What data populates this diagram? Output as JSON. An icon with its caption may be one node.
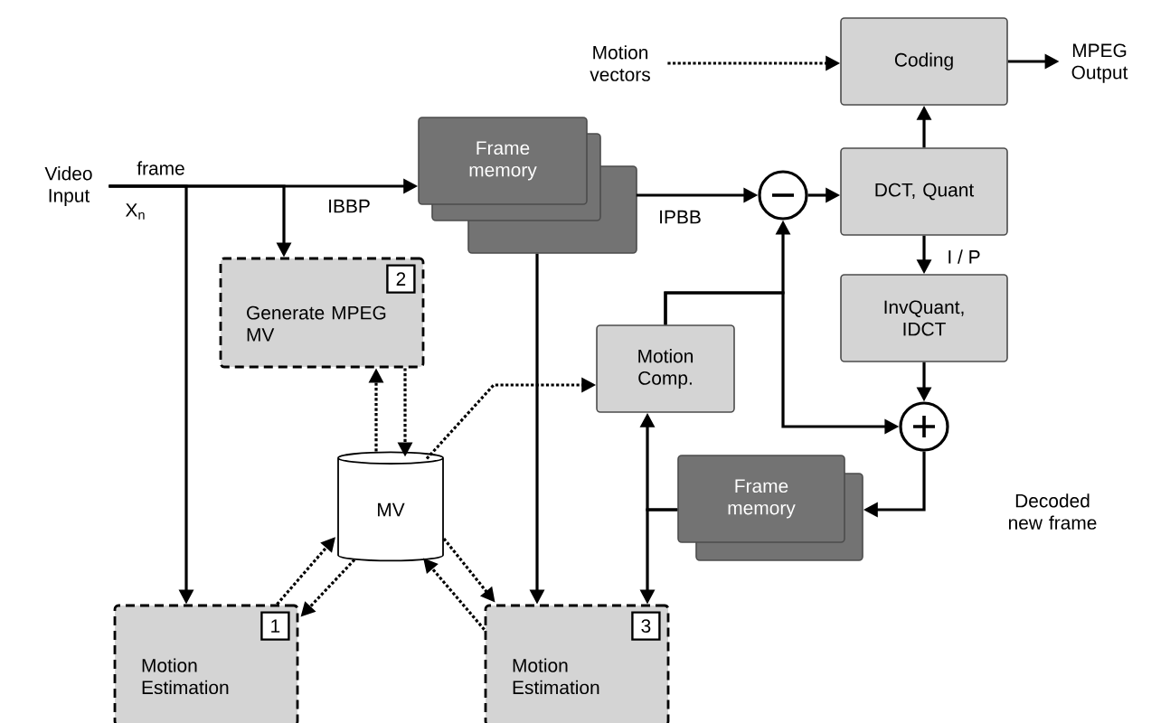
{
  "diagram": {
    "nodes": [
      {
        "text": [
          "Video Input"
        ]
      },
      {
        "text": [
          "Frame memory"
        ]
      },
      {
        "text": [
          "Generate MPEG MV",
          "2"
        ]
      },
      {
        "text": [
          "Motion vectors"
        ]
      },
      {
        "text": [
          "Coding"
        ]
      },
      {
        "text": [
          "MPEG Output"
        ]
      },
      {
        "text": [],
        "shape": "circle"
      },
      {
        "text": [
          "DCT, Quant"
        ]
      },
      {
        "text": [
          "InvQuant, IDCT"
        ]
      },
      {
        "text": [
          "Motion Comp."
        ]
      },
      {
        "text": [],
        "shape": "circle"
      },
      {
        "text": [
          "MV"
        ]
      },
      {
        "text": [
          "Frame memory"
        ]
      },
      {
        "text": [
          "Decoded new frame"
        ]
      },
      {
        "text": [
          "Motion Estimation",
          "1"
        ]
      },
      {
        "text": [
          "Motion Estimation",
          "3"
        ]
      }
    ],
    "edges": [
      {
        "from": 0,
        "to": 1,
        "arrow": "to",
        "label": "IBBP"
      },
      {
        "from": 0,
        "to": 14,
        "arrow": "to"
      },
      {
        "from": 0,
        "to": 2,
        "arrow": "to"
      },
      {
        "from": 1,
        "to": 15,
        "arrow": "to"
      },
      {
        "from": 1,
        "to": 6,
        "arrow": "to",
        "label": "IPBB"
      },
      {
        "from": 6,
        "to": 7,
        "arrow": "to"
      },
      {
        "from": 7,
        "to": 4,
        "arrow": "to"
      },
      {
        "from": 7,
        "to": 8,
        "arrow": "to",
        "label": "I / P"
      },
      {
        "from": 8,
        "to": 10,
        "arrow": "to"
      },
      {
        "from": 9,
        "to": 6,
        "arrow": "to"
      },
      {
        "from": 9,
        "to": 10,
        "arrow": "to"
      },
      {
        "from": 10,
        "to": 12,
        "arrow": "to"
      },
      {
        "from": 12,
        "to": 9,
        "arrow": "to"
      },
      {
        "from": 12,
        "to": 15,
        "arrow": "to"
      },
      {
        "from": 3,
        "to": 4,
        "arrow": "to",
        "style": "dashed"
      },
      {
        "from": 4,
        "to": 5,
        "arrow": "to"
      },
      {
        "from": 11,
        "to": 2,
        "arrow": "to",
        "style": "dashed"
      },
      {
        "from": 2,
        "to": 11,
        "arrow": "to",
        "style": "dashed"
      },
      {
        "from": 11,
        "to": 9,
        "arrow": "to",
        "style": "dashed"
      },
      {
        "from": 14,
        "to": 11,
        "arrow": "to",
        "style": "dashed"
      },
      {
        "from": 11,
        "to": 14,
        "arrow": "to",
        "style": "dashed"
      },
      {
        "from": 11,
        "to": 15,
        "arrow": "to",
        "style": "dashed"
      },
      {
        "from": 15,
        "to": 11,
        "arrow": "to",
        "style": "dashed"
      }
    ],
    "labels": [
      "frame",
      "X$_{n}$"
    ]
  }
}
